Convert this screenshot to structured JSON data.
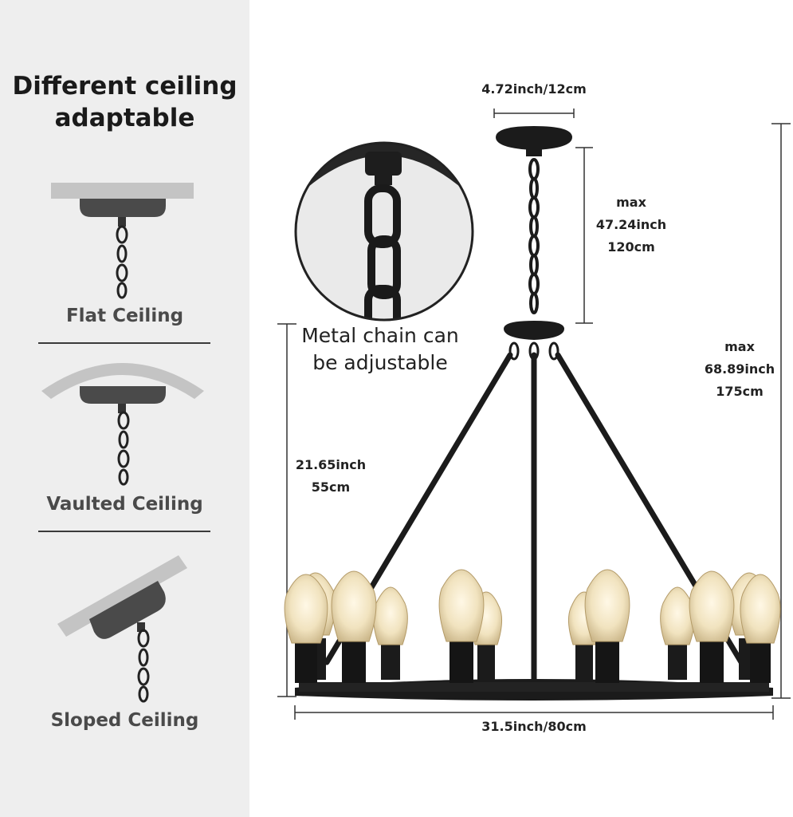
{
  "left_panel": {
    "heading_line1": "Different ceiling",
    "heading_line2": "adaptable",
    "ceilings": [
      {
        "label": "Flat Ceiling"
      },
      {
        "label": "Vaulted Ceiling"
      },
      {
        "label": "Sloped Ceiling"
      }
    ]
  },
  "dimensions": {
    "canopy_width": "4.72inch/12cm",
    "chain_max": [
      "max",
      "47.24inch",
      "120cm"
    ],
    "total_max": [
      "max",
      "68.89inch",
      "175cm"
    ],
    "body_height": [
      "21.65inch",
      "55cm"
    ],
    "diameter": "31.5inch/80cm"
  },
  "callout": {
    "line1": "Metal chain can",
    "line2": "be adjustable"
  },
  "colors": {
    "panel_bg": "#eeeeee",
    "fixture": "#1b1b1b",
    "bulb_glass": "#f3e6c4"
  }
}
